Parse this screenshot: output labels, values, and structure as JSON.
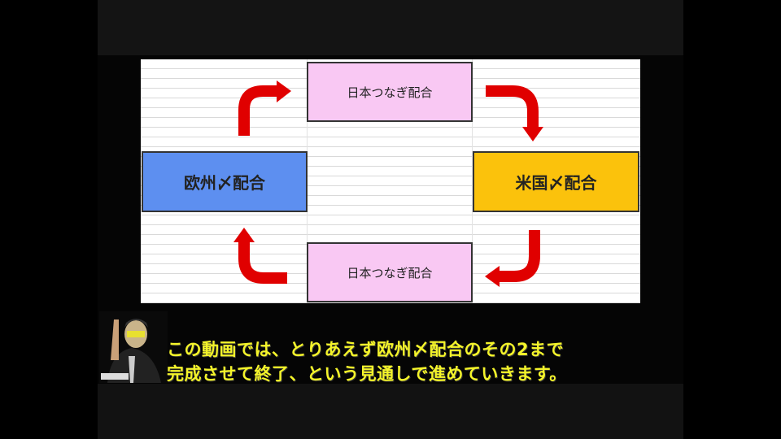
{
  "diagram": {
    "top_box": "日本つなぎ配合",
    "left_box": "欧州〆配合",
    "right_box": "米国〆配合",
    "bottom_box": "日本つなぎ配合",
    "colors": {
      "pink": "#f9c8f3",
      "blue": "#5d8ff0",
      "yellow": "#fbc20c",
      "arrow": "#e00000"
    }
  },
  "subtitle": {
    "line1": "この動画では、とりあえず欧州〆配合のその2まで",
    "line2": "完成させて終了、という見通しで進めていきます。",
    "color": "#f4f42a"
  }
}
